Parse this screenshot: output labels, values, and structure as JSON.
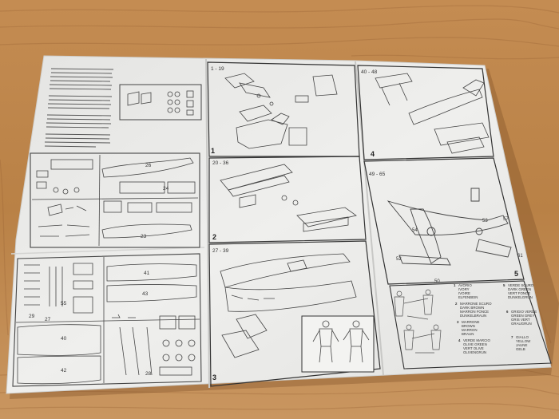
{
  "colors": {
    "wood_light": "#c8935a",
    "wood_mid": "#b07a45",
    "wood_dark": "#8a5a2e",
    "paper": "#eeeeec",
    "paper_shade": "#dcdcda",
    "ink": "#3a3a3a"
  },
  "steps": [
    {
      "range": "1 - 19",
      "number": "1"
    },
    {
      "range": "20 - 36",
      "number": "2"
    },
    {
      "range": "27 - 39",
      "number": "3"
    },
    {
      "range": "40 - 48",
      "number": "4"
    },
    {
      "range": "49 - 65",
      "number": "5"
    }
  ],
  "sprue_numbers": [
    "26",
    "24",
    "23",
    "41",
    "43",
    "40",
    "42",
    "28",
    "29",
    "27",
    "55",
    "50",
    "52",
    "53",
    "54",
    "57",
    "61"
  ],
  "paint_colors": [
    {
      "code": "1",
      "lines": [
        "AVORIO",
        "IVORY",
        "IVOIRE",
        "ELFENBEIN"
      ]
    },
    {
      "code": "2",
      "lines": [
        "MARRONE SCURO",
        "DARK BROWN",
        "MARRON FONCE",
        "DUNKELBRAUN"
      ]
    },
    {
      "code": "3",
      "lines": [
        "MARRONE",
        "BROWN",
        "MARRON",
        "BRAUN"
      ]
    },
    {
      "code": "4",
      "lines": [
        "VERDE MARCIO",
        "OLIVE GREEN",
        "VERT OLIVE",
        "OLIVENGRUN"
      ]
    },
    {
      "code": "5",
      "lines": [
        "VERDE SCURO",
        "DARK GREEN",
        "VERT FONCE",
        "DUNKELGRUN"
      ]
    },
    {
      "code": "6",
      "lines": [
        "GRIGIO VERDE",
        "GREEN GREY",
        "GRIS VERT",
        "GRAUGRUN"
      ]
    },
    {
      "code": "7",
      "lines": [
        "GIALLO",
        "YELLOW",
        "JAUNE",
        "GELB"
      ]
    }
  ]
}
